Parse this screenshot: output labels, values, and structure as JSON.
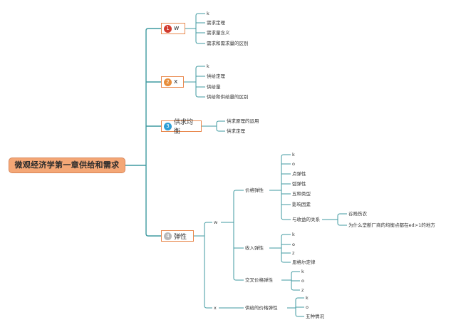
{
  "root": "微观经济学第一章供给和需求",
  "topics": [
    {
      "num": "1",
      "label": "w",
      "children": [
        "k",
        "需求定理",
        "需求量含义",
        "需求和需求量的区别"
      ]
    },
    {
      "num": "2",
      "label": "x",
      "children": [
        "k",
        "供给定理",
        "供给量",
        "供给和供给量的区别"
      ]
    },
    {
      "num": "3",
      "label": "供求均衡",
      "children": [
        "供求原理的运用",
        "供求定理"
      ]
    },
    {
      "num": "4",
      "label": "弹性"
    }
  ],
  "elasticity": {
    "w": {
      "label": "w",
      "price": {
        "label": "价格弹性",
        "items": [
          "k",
          "o",
          "点弹性",
          "弧弹性",
          "五种类型",
          "影响因素",
          "与收益的关系"
        ],
        "revenue_children": [
          "谷贱伤农",
          "为什么垄断厂商的均衡点都在ed>1的地方"
        ]
      },
      "income": {
        "label": "收入弹性",
        "items": [
          "k",
          "o",
          "z",
          "恩格尔定律"
        ]
      },
      "cross": {
        "label": "交叉价格弹性",
        "items": [
          "k",
          "o",
          "z"
        ]
      }
    },
    "x": {
      "label": "x",
      "supply": {
        "label": "供给的价格弹性",
        "items": [
          "k",
          "o",
          "五种情况"
        ]
      }
    }
  }
}
